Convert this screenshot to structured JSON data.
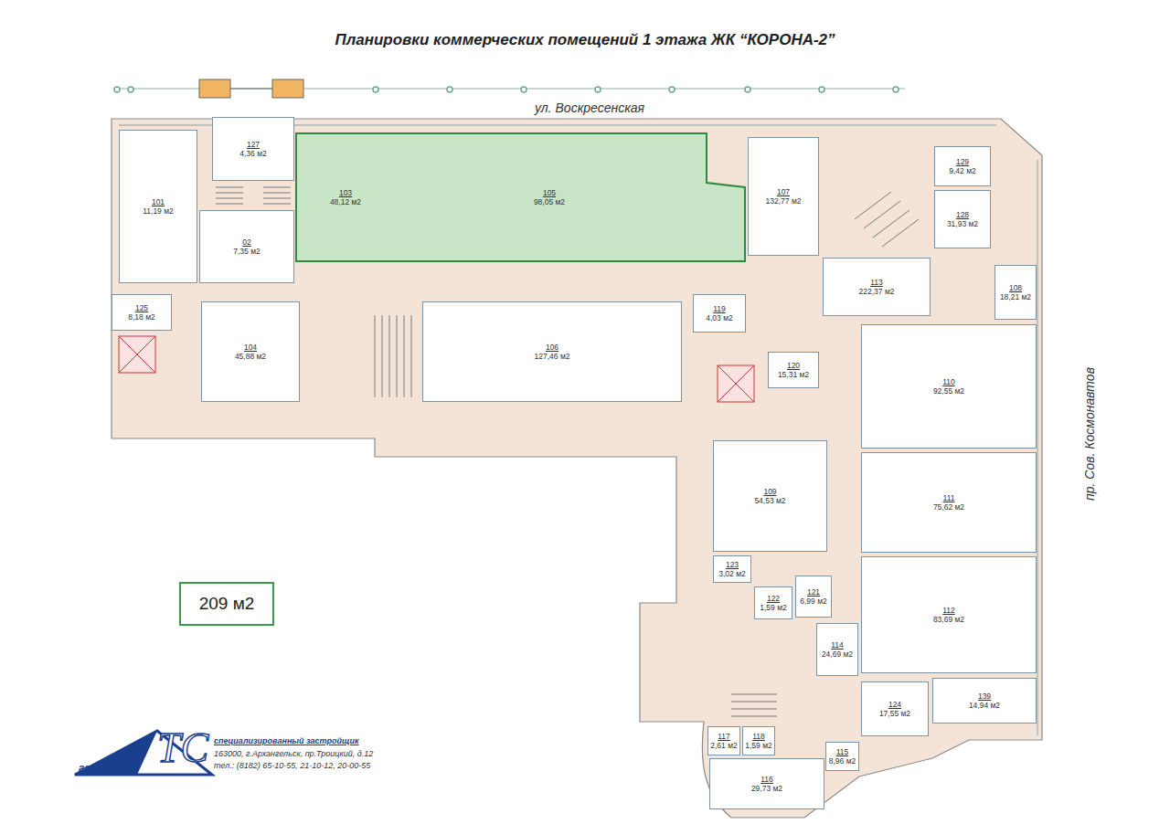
{
  "diagram": {
    "title": "Планировки коммерческих помещений 1 этажа  ЖК “КОРОНА-2”",
    "nodes": [
      {
        "text": [
          "101",
          "11,19 м2"
        ]
      },
      {
        "text": [
          "127",
          "4,36 м2"
        ]
      },
      {
        "text": [
          "02",
          "7,35 м2"
        ]
      },
      {
        "text": [
          "103",
          "48,12 м2"
        ]
      },
      {
        "text": [
          "105",
          "98,05 м2"
        ]
      },
      {
        "text": [
          "107",
          "132,77 м2"
        ]
      },
      {
        "text": [
          "129",
          "9,42 м2"
        ]
      },
      {
        "text": [
          "128",
          "31,93 м2"
        ]
      },
      {
        "text": [
          "113",
          "222,37 м2"
        ]
      },
      {
        "text": [
          "108",
          "18,21 м2"
        ]
      },
      {
        "text": [
          "125",
          "8,18 м2"
        ]
      },
      {
        "text": [
          "104",
          "45,88 м2"
        ]
      },
      {
        "text": [
          "106",
          "127,46 м2"
        ]
      },
      {
        "text": [
          "119",
          "4,03 м2"
        ]
      },
      {
        "text": [
          "120",
          "15,31 м2"
        ]
      },
      {
        "text": [
          "110",
          "92,55 м2"
        ]
      },
      {
        "text": [
          "109",
          "54,53 м2"
        ]
      },
      {
        "text": [
          "111",
          "75,62 м2"
        ]
      },
      {
        "text": [
          "123",
          "3,02 м2"
        ]
      },
      {
        "text": [
          "122",
          "1,59 м2"
        ]
      },
      {
        "text": [
          "121",
          "6,99 м2"
        ]
      },
      {
        "text": [
          "209 м2"
        ]
      },
      {
        "text": [
          "112",
          "83,69 м2"
        ]
      },
      {
        "text": [
          "114",
          "24,69 м2"
        ]
      },
      {
        "text": [
          "139",
          "14,94 м2"
        ]
      },
      {
        "text": [
          "124",
          "17,55 м2"
        ]
      },
      {
        "text": [
          "117",
          "2,61 м2"
        ]
      },
      {
        "text": [
          "118",
          "1,59 м2"
        ]
      },
      {
        "text": [
          "116",
          "29,73 м2"
        ]
      },
      {
        "text": [
          "115",
          "8,96 м2"
        ]
      }
    ],
    "labels": [
      "ул. Воскресенская",
      "пр. Сов. Космонавтов",
      "гентство",
      "ТС",
      "специализированный застройщик",
      "163000, г.Архангельск, пр.Троицкий, д.12",
      "тел.: (8182) 65-10-55, 21-10-12, 20-00-55"
    ]
  }
}
